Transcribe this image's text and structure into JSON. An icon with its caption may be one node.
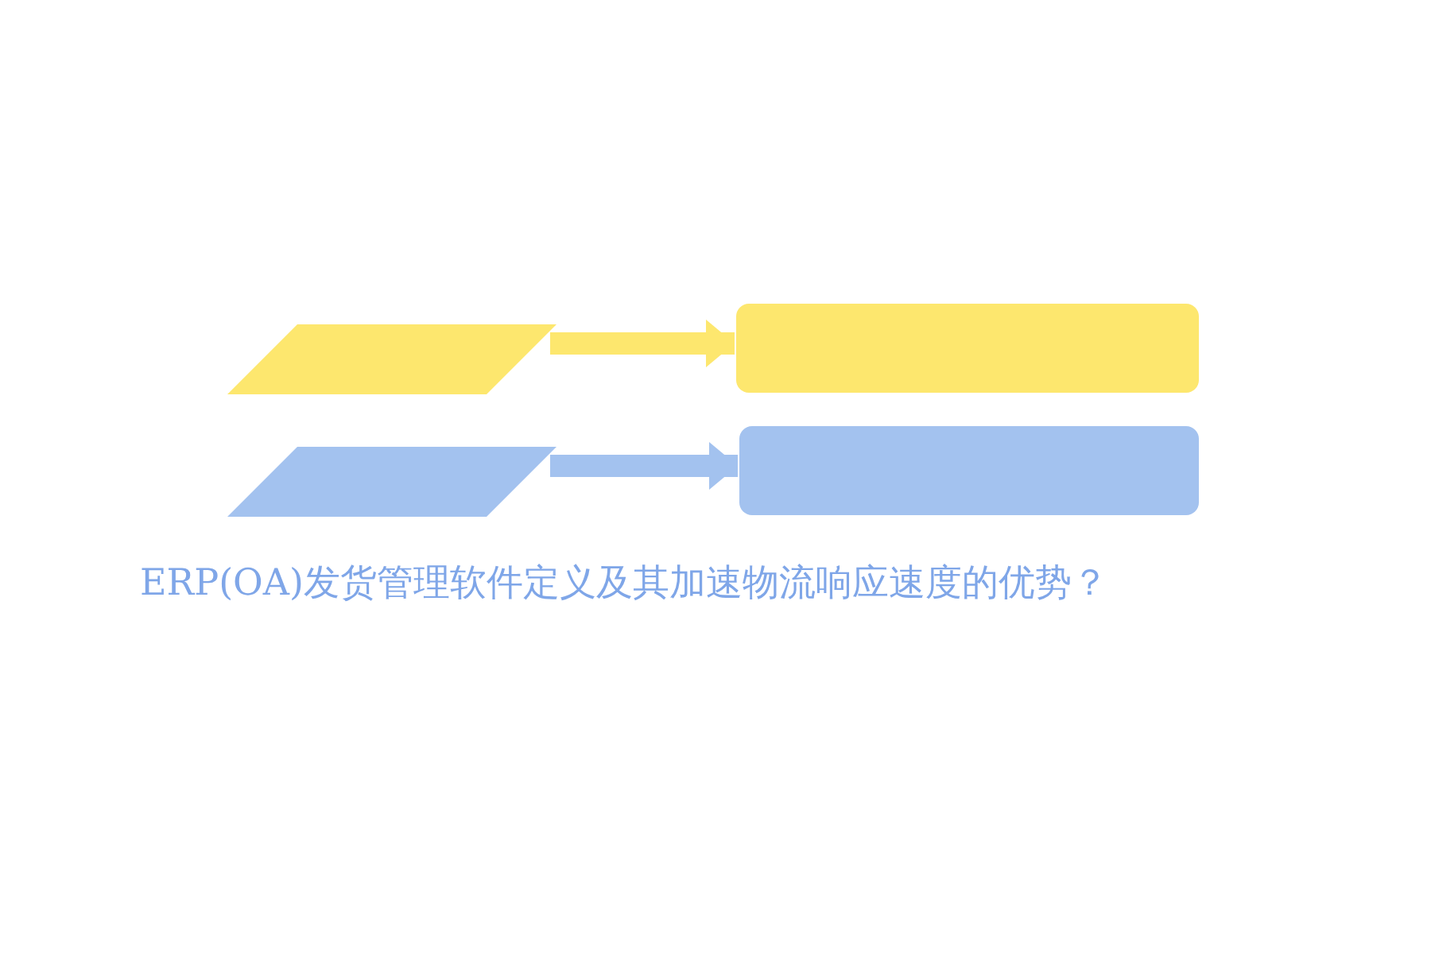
{
  "diagram": {
    "title": "ERP(OA)发货管理软件定义及其加速物流响应速度的优势？",
    "nodes": [
      {
        "text": [],
        "shape": "parallelogram"
      },
      {
        "text": [],
        "shape": "box"
      },
      {
        "text": [],
        "shape": "parallelogram"
      },
      {
        "text": [],
        "shape": "box"
      }
    ],
    "edges": [
      {
        "from": 0,
        "to": 1,
        "arrow": "to",
        "color": "#fde76e"
      },
      {
        "from": 2,
        "to": 3,
        "arrow": "to",
        "color": "#a3c2ef"
      }
    ]
  }
}
